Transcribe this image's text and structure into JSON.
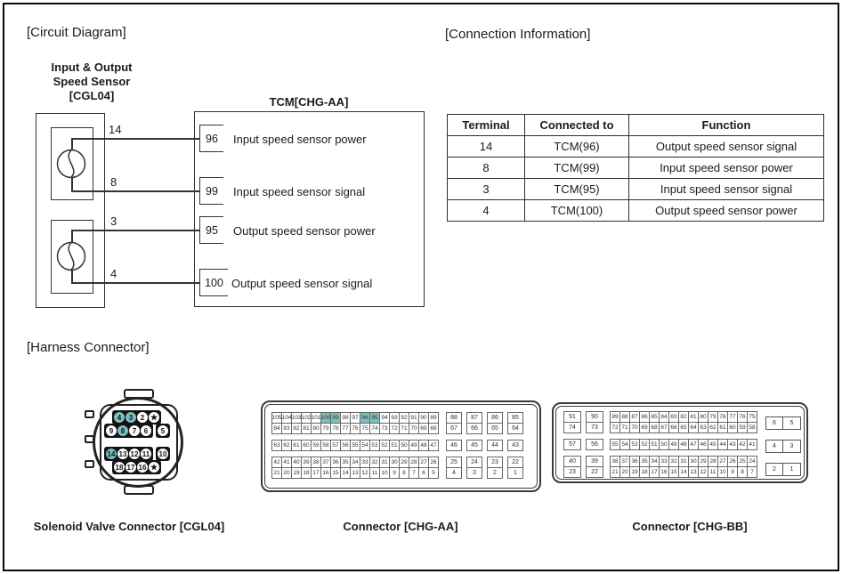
{
  "titles": {
    "circuit": "[Circuit Diagram]",
    "connection_info": "[Connection Information]",
    "harness": "[Harness Connector]"
  },
  "circuit": {
    "sensor_label_lines": [
      "Input & Output",
      "Speed Sensor",
      "[CGL04]"
    ],
    "tcm_label": "TCM[CHG-AA]",
    "wires": [
      {
        "sensor_pin": "14",
        "tcm_pin": "96",
        "function": "Input speed sensor power"
      },
      {
        "sensor_pin": "8",
        "tcm_pin": "99",
        "function": "Input speed sensor signal"
      },
      {
        "sensor_pin": "3",
        "tcm_pin": "95",
        "function": "Output speed sensor power"
      },
      {
        "sensor_pin": "4",
        "tcm_pin": "100",
        "function": "Output speed sensor signal"
      }
    ]
  },
  "connection_table": {
    "headers": [
      "Terminal",
      "Connected to",
      "Function"
    ],
    "rows": [
      [
        "14",
        "TCM(96)",
        "Output speed sensor signal"
      ],
      [
        "8",
        "TCM(99)",
        "Input speed sensor power"
      ],
      [
        "3",
        "TCM(95)",
        "Input speed sensor signal"
      ],
      [
        "4",
        "TCM(100)",
        "Output speed sensor power"
      ]
    ]
  },
  "connectors": {
    "highlight_color": "#7dbfbf",
    "cgl04": {
      "label": "Solenoid Valve Connector [CGL04]",
      "highlighted": [
        "4",
        "3",
        "8",
        "14"
      ],
      "rows": [
        {
          "main": [
            "4",
            "3",
            "2",
            "★"
          ],
          "sep": null,
          "indent": true,
          "gap_above": false
        },
        {
          "main": [
            "9",
            "8",
            "7",
            "6"
          ],
          "sep": "5",
          "indent": false,
          "gap_above": false
        },
        {
          "main": [
            "14",
            "13",
            "12",
            "11"
          ],
          "sep": "10",
          "indent": false,
          "gap_above": true
        },
        {
          "main": [
            "18",
            "17",
            "16",
            "★"
          ],
          "sep": null,
          "indent": true,
          "gap_above": false
        }
      ]
    },
    "chgaa": {
      "label": "Connector [CHG-AA]",
      "highlighted": [
        "100",
        "99",
        "96",
        "95"
      ],
      "blocks": [
        {
          "rows": [
            {
              "grid": [
                "105",
                "104",
                "103",
                "102",
                "101",
                "100",
                "99",
                "98",
                "97",
                "96",
                "95",
                "94",
                "93",
                "92",
                "91",
                "90",
                "89"
              ],
              "side": [
                "88",
                "87",
                "86",
                "85"
              ]
            },
            {
              "grid": [
                "84",
                "83",
                "82",
                "81",
                "80",
                "79",
                "78",
                "77",
                "76",
                "75",
                "74",
                "73",
                "72",
                "71",
                "70",
                "69",
                "68"
              ],
              "side": [
                "67",
                "66",
                "65",
                "64"
              ]
            }
          ]
        },
        {
          "rows": [
            {
              "grid": [
                "63",
                "62",
                "61",
                "60",
                "59",
                "58",
                "57",
                "56",
                "55",
                "54",
                "53",
                "52",
                "51",
                "50",
                "49",
                "48",
                "47"
              ],
              "side": [
                "46",
                "45",
                "44",
                "43"
              ]
            }
          ]
        },
        {
          "rows": [
            {
              "grid": [
                "42",
                "41",
                "40",
                "39",
                "38",
                "37",
                "36",
                "35",
                "34",
                "33",
                "32",
                "31",
                "30",
                "29",
                "28",
                "27",
                "26"
              ],
              "side": [
                "25",
                "24",
                "23",
                "22"
              ]
            },
            {
              "grid": [
                "21",
                "20",
                "19",
                "18",
                "17",
                "16",
                "15",
                "14",
                "13",
                "12",
                "11",
                "10",
                "9",
                "8",
                "7",
                "6",
                "5"
              ],
              "side": [
                "4",
                "3",
                "2",
                "1"
              ]
            }
          ]
        }
      ]
    },
    "chgbb": {
      "label": "Connector [CHG-BB]",
      "highlighted": [],
      "blocks": [
        {
          "rows": [
            {
              "left": [
                "91",
                "90"
              ],
              "grid": [
                "89",
                "88",
                "87",
                "86",
                "85",
                "84",
                "83",
                "82",
                "81",
                "80",
                "79",
                "78",
                "77",
                "76",
                "75"
              ]
            },
            {
              "left": [
                "74",
                "73"
              ],
              "grid": [
                "72",
                "71",
                "70",
                "69",
                "68",
                "67",
                "66",
                "65",
                "64",
                "63",
                "62",
                "61",
                "60",
                "59",
                "58"
              ]
            }
          ]
        },
        {
          "rows": [
            {
              "left": [
                "57",
                "56"
              ],
              "grid": [
                "55",
                "54",
                "53",
                "52",
                "51",
                "50",
                "49",
                "48",
                "47",
                "46",
                "45",
                "44",
                "43",
                "42",
                "41"
              ]
            }
          ]
        },
        {
          "rows": [
            {
              "left": [
                "40",
                "39"
              ],
              "grid": [
                "38",
                "37",
                "36",
                "35",
                "34",
                "33",
                "32",
                "31",
                "30",
                "29",
                "28",
                "27",
                "26",
                "25",
                "24"
              ]
            },
            {
              "left": [
                "23",
                "22"
              ],
              "grid": [
                "21",
                "20",
                "19",
                "18",
                "17",
                "16",
                "15",
                "14",
                "13",
                "12",
                "11",
                "10",
                "9",
                "8",
                "7"
              ]
            }
          ]
        }
      ],
      "right_block": [
        [
          "6",
          "5"
        ],
        [
          "4",
          "3"
        ],
        [
          "2",
          "1"
        ]
      ]
    }
  }
}
